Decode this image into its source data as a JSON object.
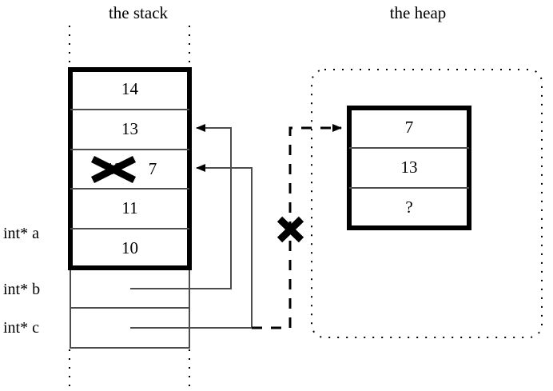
{
  "diagram": {
    "title_stack": "the stack",
    "title_heap": "the heap",
    "stack": {
      "cells": [
        {
          "value": "14",
          "struck": false,
          "extra": ""
        },
        {
          "value": "13",
          "struck": false,
          "extra": ""
        },
        {
          "value": "12",
          "struck": true,
          "extra": "7"
        },
        {
          "value": "11",
          "struck": false,
          "extra": ""
        },
        {
          "value": "10",
          "struck": false,
          "extra": ""
        }
      ],
      "pointer_labels": [
        {
          "label": "int* a"
        },
        {
          "label": "int* b"
        },
        {
          "label": "int* c"
        }
      ]
    },
    "heap": {
      "cells": [
        {
          "value": "7"
        },
        {
          "value": "13"
        },
        {
          "value": "?"
        }
      ]
    },
    "annotations": {
      "invalidated_pointer_mark": "X",
      "struck_value_mark": "X"
    },
    "colors": {
      "stroke": "#000000",
      "background": "#ffffff",
      "cell_divider": "#4d4d4d"
    }
  }
}
